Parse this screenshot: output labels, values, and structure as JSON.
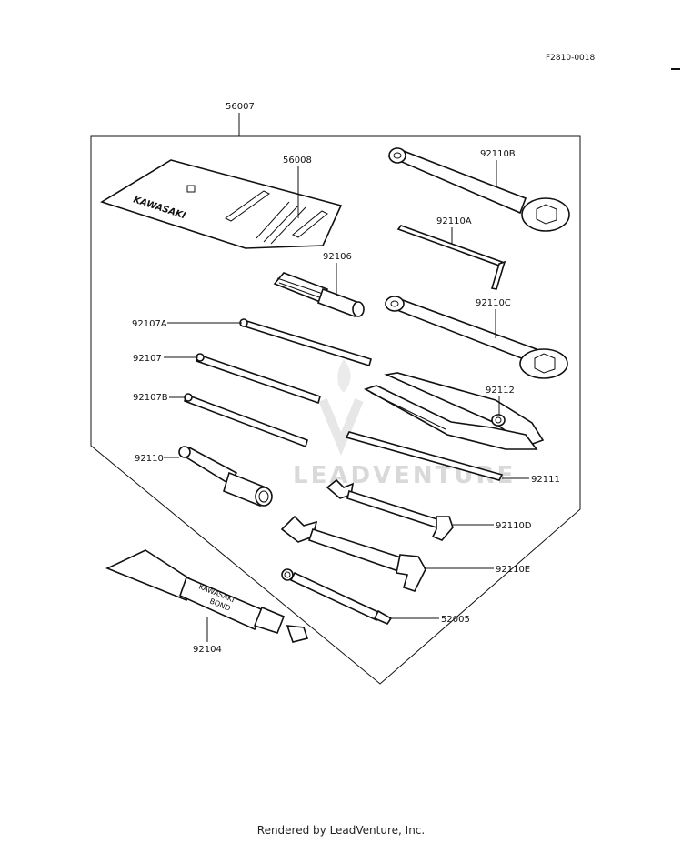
{
  "ref_code": "F2810-0018",
  "watermark": "LEADVENTURE",
  "footer": "Rendered by LeadVenture, Inc.",
  "kit": {
    "part": "56007"
  },
  "parts": {
    "p56008": "56008",
    "p92106": "92106",
    "p92107A": "92107A",
    "p92107": "92107",
    "p92107B": "92107B",
    "p92110": "92110",
    "p92104": "92104",
    "p92110B": "92110B",
    "p92110A": "92110A",
    "p92110C": "92110C",
    "p92112": "92112",
    "p92111": "92111",
    "p92110D": "92110D",
    "p92110E": "92110E",
    "p52005": "52005"
  },
  "labels": {
    "pouch_brand": "KAWASAKI",
    "tube_brand": "KAWASAKI",
    "tube_product": "BOND"
  }
}
